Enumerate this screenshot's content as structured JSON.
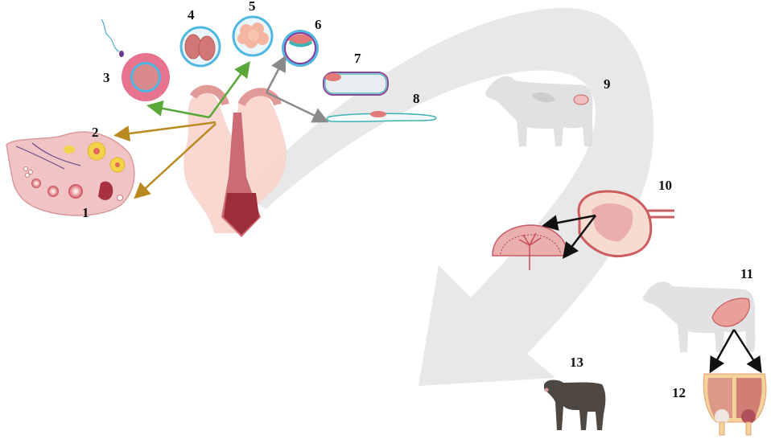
{
  "diagram": {
    "title": "",
    "colors": {
      "background": "#ffffff",
      "cycle_arrow": "#e8e8e9",
      "arrow_gold": "#b98a1f",
      "arrow_green": "#5aa83a",
      "arrow_gray": "#8a8a8a",
      "arrow_black": "#111111",
      "tissue_pink": "#e8a0a0",
      "tissue_dark": "#b84a55",
      "zona_blue": "#4fb7e0",
      "cow_gray": "#dcdcdc",
      "calf_brown": "#4f4741"
    },
    "labels": [
      {
        "id": "1",
        "text": "1",
        "depicts": "ovary with developing follicles"
      },
      {
        "id": "2",
        "text": "2",
        "depicts": "corpus luteum on ovary"
      },
      {
        "id": "3",
        "text": "3",
        "depicts": "oocyte with cumulus cells and sperm"
      },
      {
        "id": "4",
        "text": "4",
        "depicts": "2-cell embryo"
      },
      {
        "id": "5",
        "text": "5",
        "depicts": "morula"
      },
      {
        "id": "6",
        "text": "6",
        "depicts": "blastocyst"
      },
      {
        "id": "7",
        "text": "7",
        "depicts": "hatched/ovoid blastocyst"
      },
      {
        "id": "8",
        "text": "8",
        "depicts": "elongated conceptus"
      },
      {
        "id": "9",
        "text": "9",
        "depicts": "pregnant cow with early gravid uterus"
      },
      {
        "id": "10",
        "text": "10",
        "depicts": "gravid uterus with fetus and placentome"
      },
      {
        "id": "11",
        "text": "11",
        "depicts": "cow in late gestation"
      },
      {
        "id": "12",
        "text": "12",
        "depicts": "mammary gland (udder) cross-section"
      },
      {
        "id": "13",
        "text": "13",
        "depicts": "calf"
      }
    ],
    "icons": [
      "ovary-icon",
      "uterus-icon",
      "oocyte-icon",
      "sperm-icon",
      "two-cell-embryo-icon",
      "morula-icon",
      "blastocyst-icon",
      "ovoid-conceptus-icon",
      "elongated-conceptus-icon",
      "cow-icon",
      "gravid-uterus-icon",
      "placentome-icon",
      "udder-icon",
      "calf-icon",
      "cycle-arrow-icon"
    ]
  }
}
